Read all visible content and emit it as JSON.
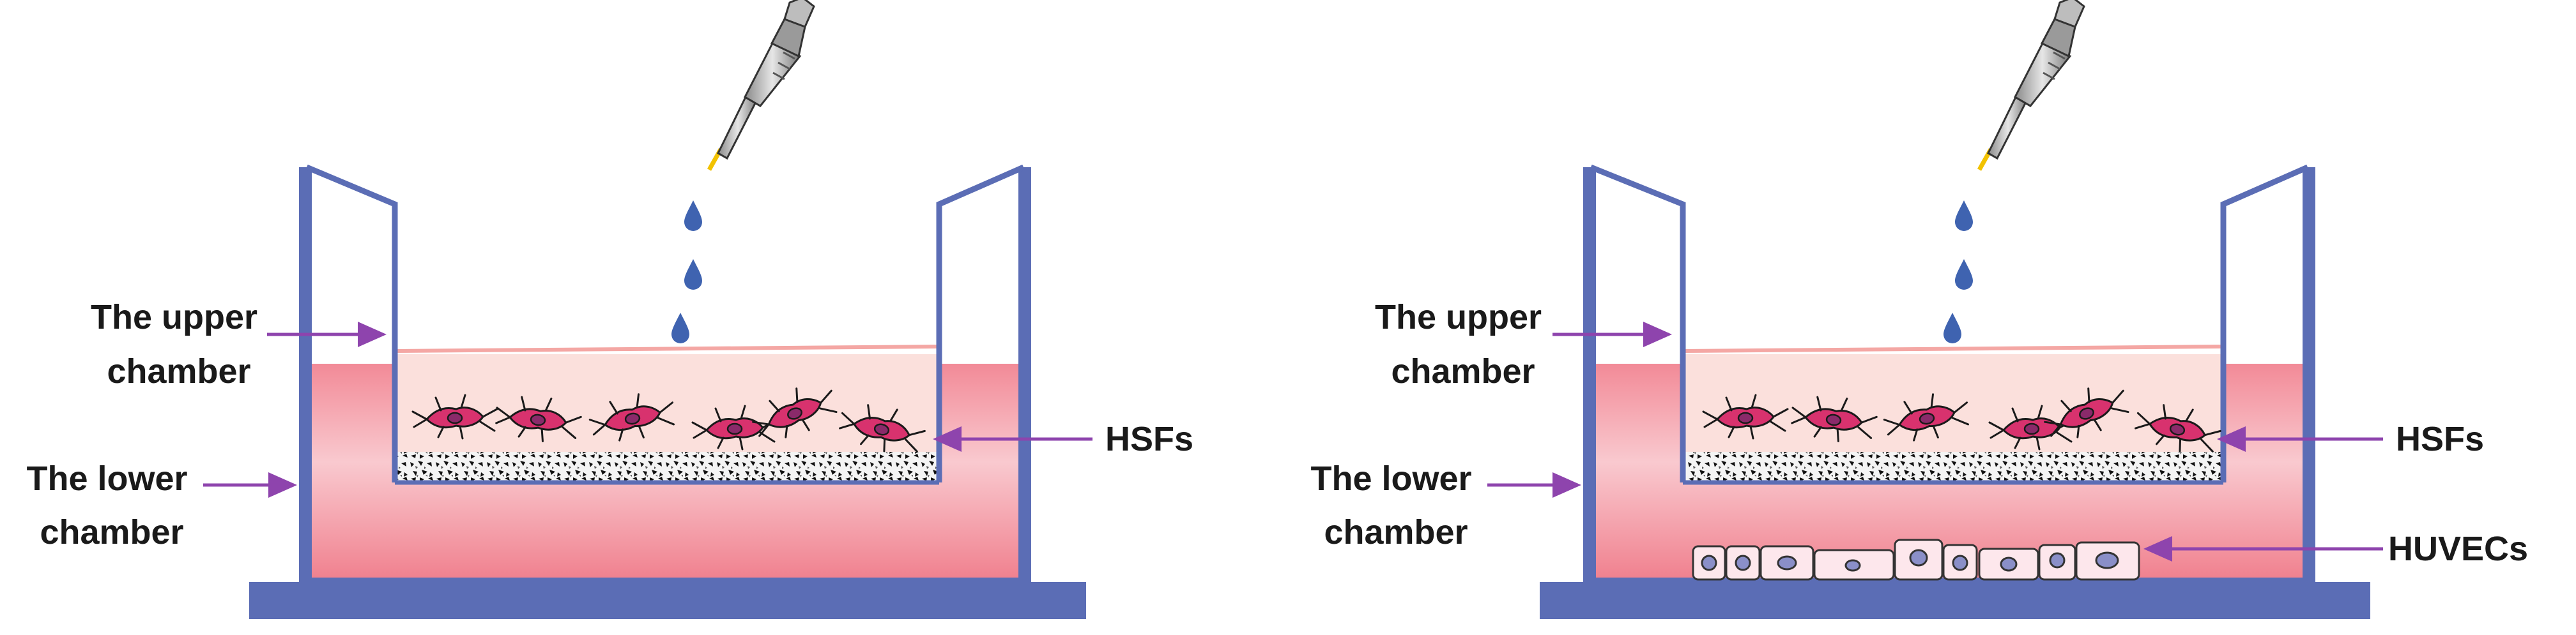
{
  "panels": [
    {
      "id": "left",
      "labels": {
        "upper_chamber": [
          "The upper",
          "chamber"
        ],
        "lower_chamber": [
          "The lower",
          "chamber"
        ],
        "hsfs": "HSFs"
      }
    },
    {
      "id": "right",
      "labels": {
        "upper_chamber": [
          "The upper",
          "chamber"
        ],
        "lower_chamber": [
          "The lower",
          "chamber"
        ],
        "hsfs": "HSFs",
        "huvecs": "HUVECs"
      }
    }
  ],
  "colors": {
    "frame": "#5b6db5",
    "lower_medium": "#f08a96",
    "upper_medium": "#fbe0dc",
    "cell_body": "#d8326e",
    "arrow": "#8e44ad",
    "droplet": "#3f63b0",
    "huvec_fill": "#fde7ec",
    "huvec_nucleus": "#8a8fc8"
  }
}
